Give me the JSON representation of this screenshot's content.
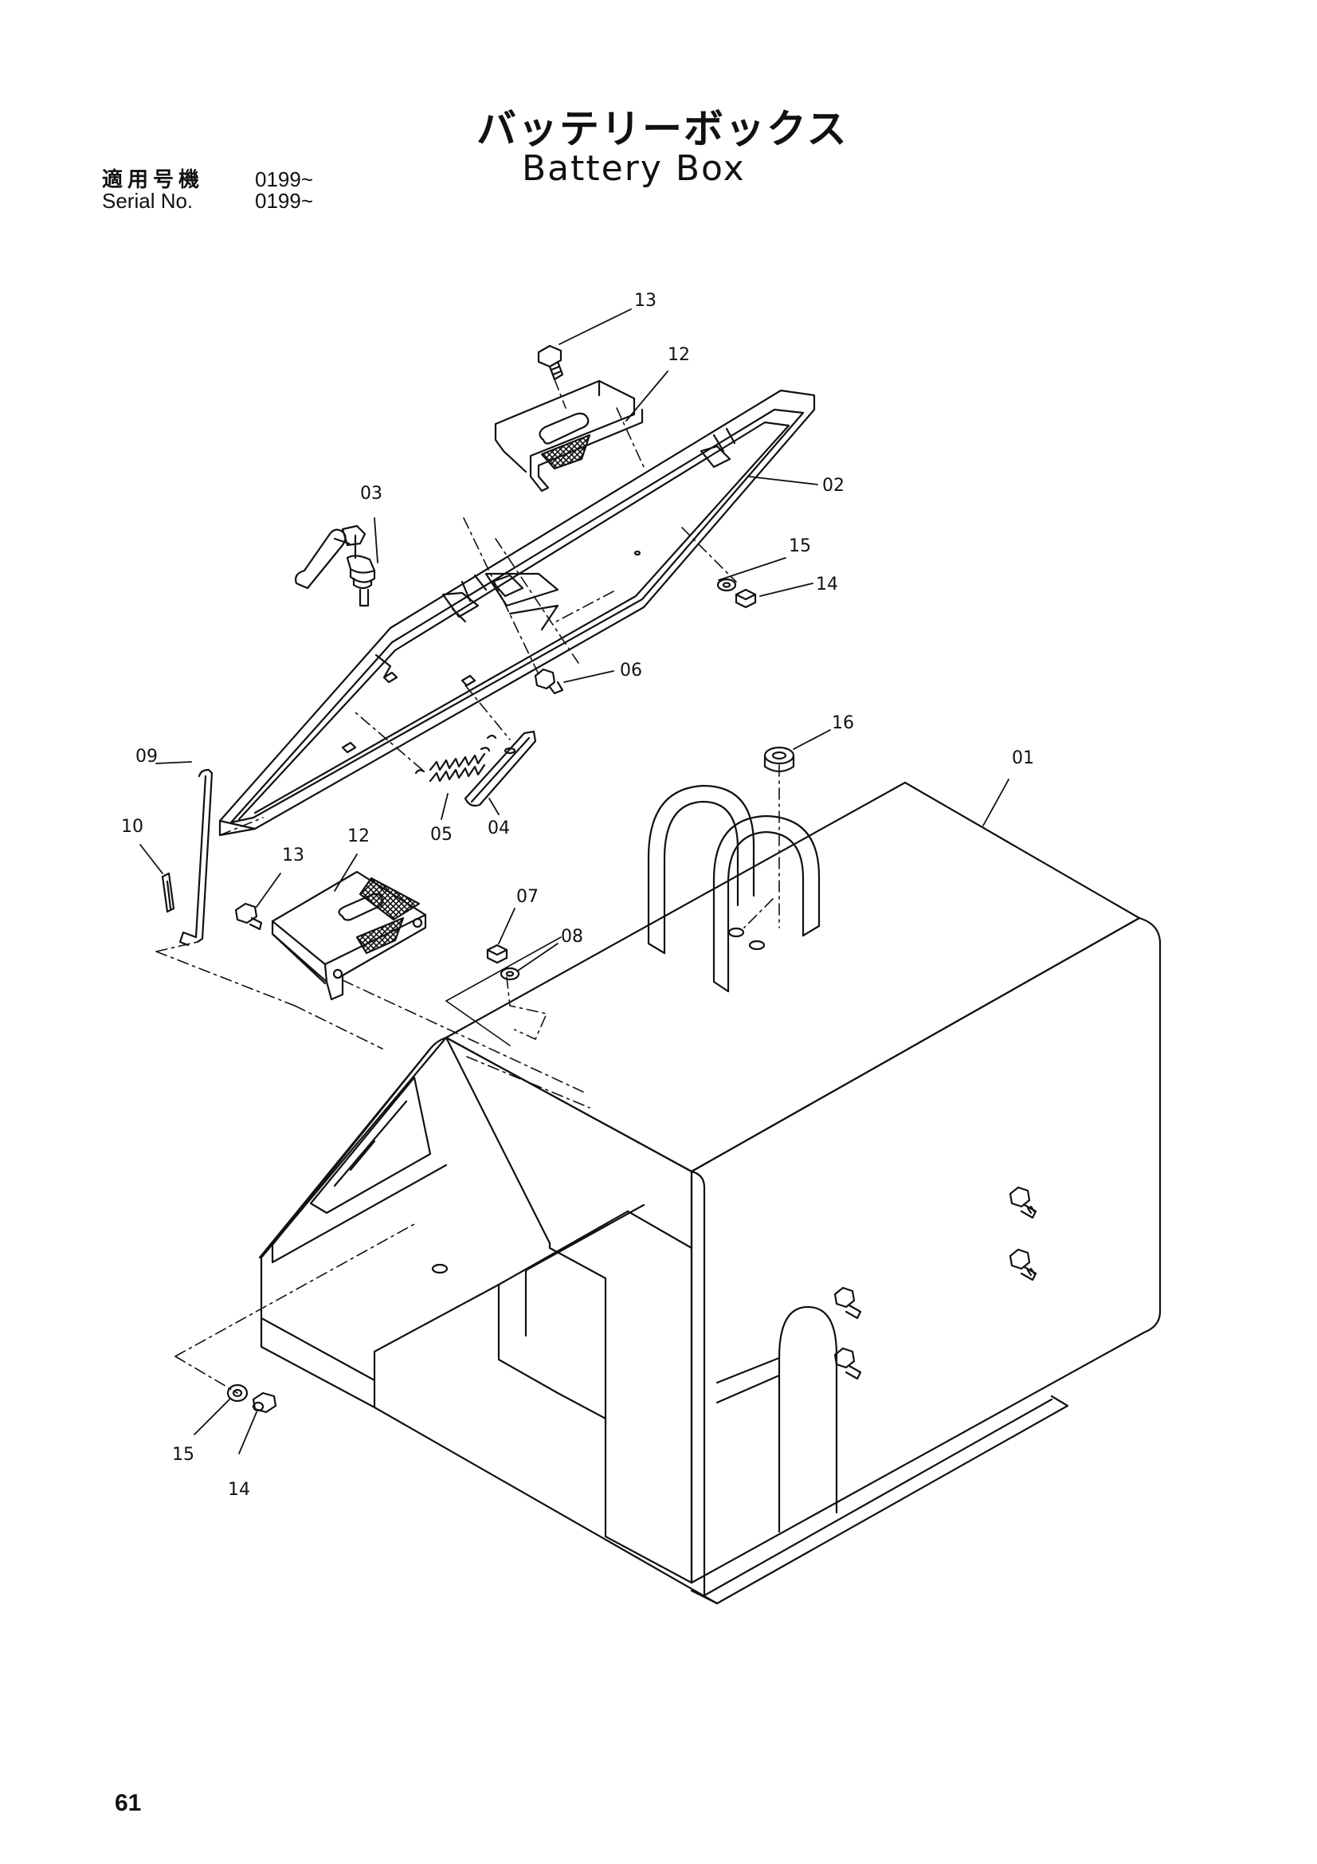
{
  "title": {
    "japanese": "バッテリーボックス",
    "english": "Battery Box"
  },
  "serial": {
    "label_jp": "適用号機",
    "label_en": "Serial No.",
    "value_jp": "0199~",
    "value_en": "0199~"
  },
  "page_number": "61",
  "callouts": [
    {
      "id": "c-01",
      "label": "01"
    },
    {
      "id": "c-02",
      "label": "02"
    },
    {
      "id": "c-03",
      "label": "03"
    },
    {
      "id": "c-04",
      "label": "04"
    },
    {
      "id": "c-05",
      "label": "05"
    },
    {
      "id": "c-06",
      "label": "06"
    },
    {
      "id": "c-07",
      "label": "07"
    },
    {
      "id": "c-08",
      "label": "08"
    },
    {
      "id": "c-09",
      "label": "09"
    },
    {
      "id": "c-10",
      "label": "10"
    },
    {
      "id": "c-12a",
      "label": "12"
    },
    {
      "id": "c-12b",
      "label": "12"
    },
    {
      "id": "c-13a",
      "label": "13"
    },
    {
      "id": "c-13b",
      "label": "13"
    },
    {
      "id": "c-14a",
      "label": "14"
    },
    {
      "id": "c-14b",
      "label": "14"
    },
    {
      "id": "c-15a",
      "label": "15"
    },
    {
      "id": "c-15b",
      "label": "15"
    },
    {
      "id": "c-16",
      "label": "16"
    }
  ],
  "colors": {
    "ink": "#111111",
    "paper": "#ffffff"
  }
}
